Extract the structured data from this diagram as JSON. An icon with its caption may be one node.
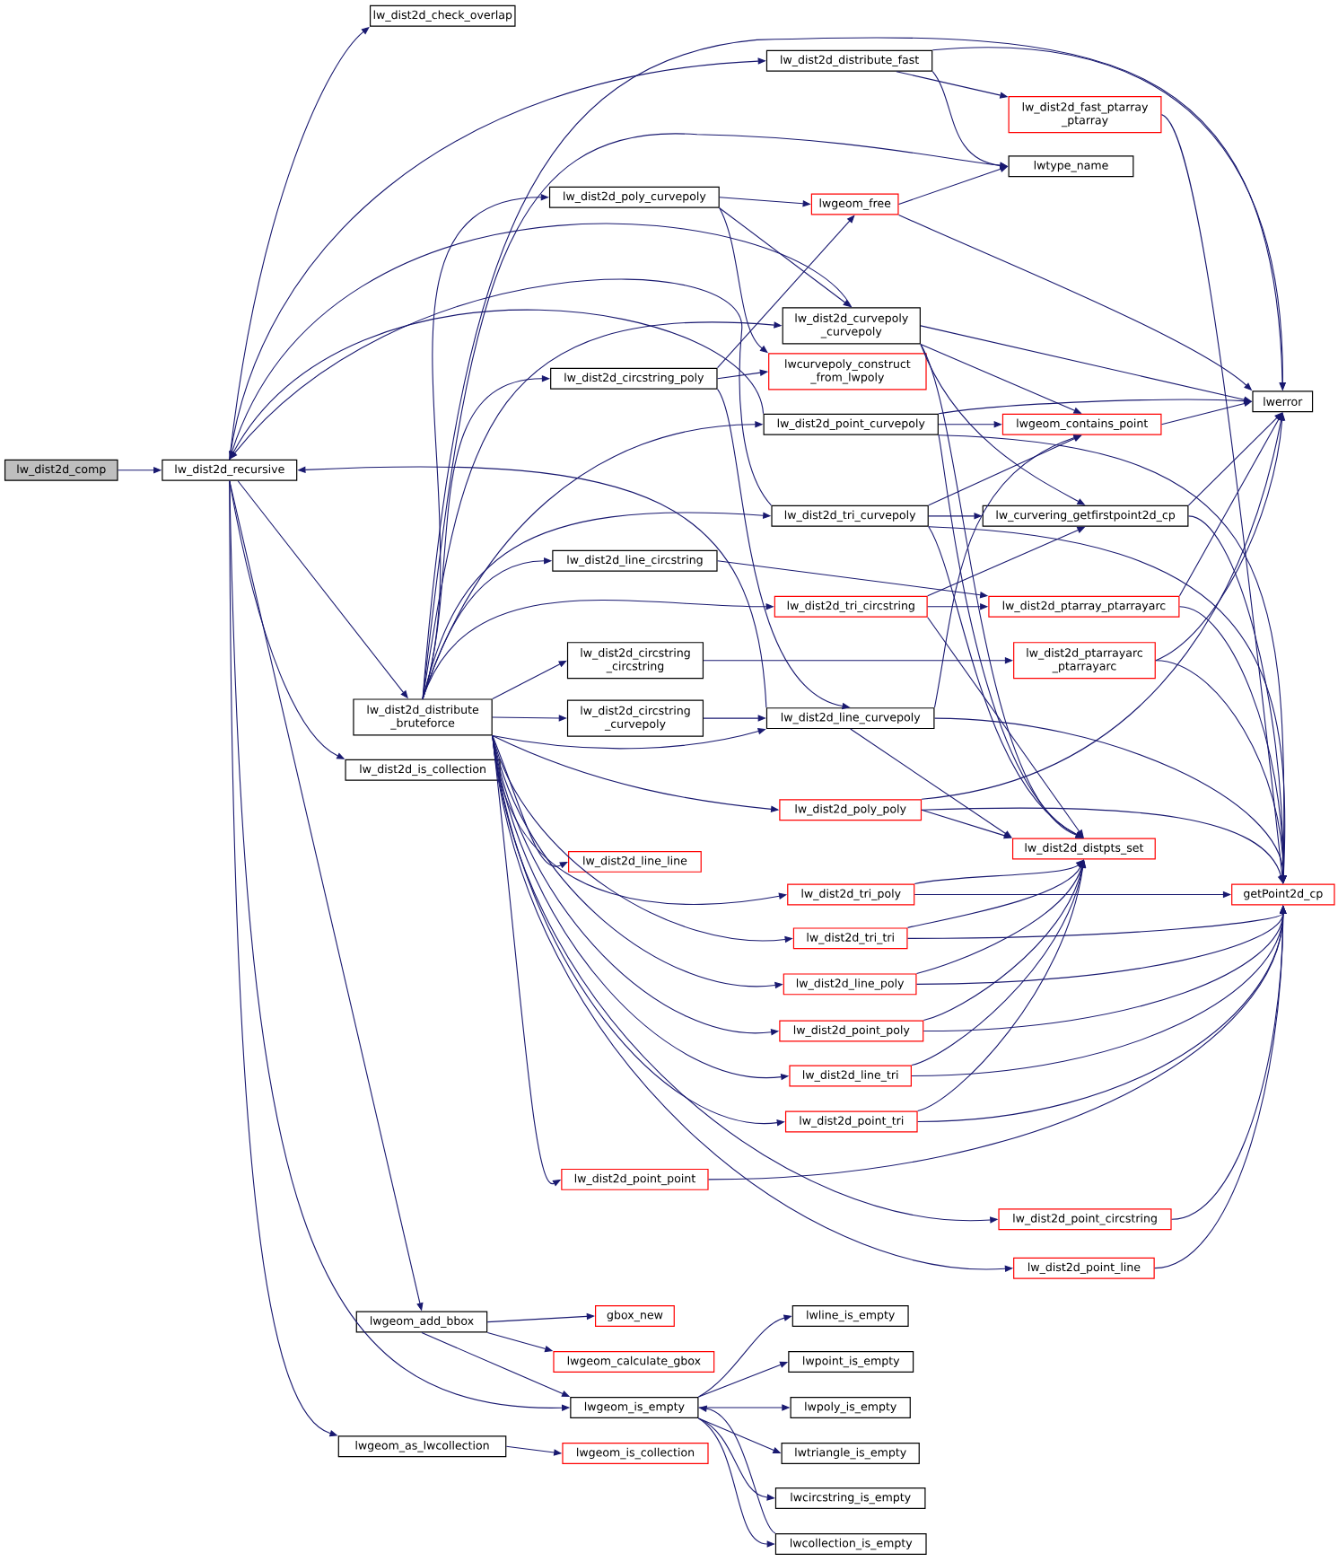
{
  "diagram": {
    "nodes": [
      {
        "text": [
          "lw_dist2d_comp"
        ]
      },
      {
        "text": [
          "lw_dist2d_recursive"
        ]
      },
      {
        "text": [
          "lw_dist2d_check_overlap"
        ]
      },
      {
        "text": [
          "lw_dist2d_distribute_fast"
        ]
      },
      {
        "text": [
          "lw_dist2d_fast_ptarray _ptarray"
        ]
      },
      {
        "text": [
          "lwtype_name"
        ]
      },
      {
        "text": [
          "lw_dist2d_poly_curvepoly"
        ]
      },
      {
        "text": [
          "lwgeom_free"
        ]
      },
      {
        "text": [
          "lw_dist2d_curvepoly _curvepoly"
        ]
      },
      {
        "text": [
          "lwcurvepoly_construct _from_lwpoly"
        ]
      },
      {
        "text": [
          "lw_dist2d_circstring_poly"
        ]
      },
      {
        "text": [
          "lwerror"
        ]
      },
      {
        "text": [
          "lw_dist2d_point_curvepoly"
        ]
      },
      {
        "text": [
          "lwgeom_contains_point"
        ]
      },
      {
        "text": [
          "lw_dist2d_tri_curvepoly"
        ]
      },
      {
        "text": [
          "lw_curvering_getfirstpoint2d_cp"
        ]
      },
      {
        "text": [
          "lw_dist2d_line_circstring"
        ]
      },
      {
        "text": [
          "lw_dist2d_tri_circstring"
        ]
      },
      {
        "text": [
          "lw_dist2d_ptarray_ptarrayarc"
        ]
      },
      {
        "text": [
          "lw_dist2d_circstring _circstring"
        ]
      },
      {
        "text": [
          "lw_dist2d_ptarrayarc _ptarrayarc"
        ]
      },
      {
        "text": [
          "lw_dist2d_distribute _bruteforce"
        ]
      },
      {
        "text": [
          "lw_dist2d_circstring _curvepoly"
        ]
      },
      {
        "text": [
          "lw_dist2d_line_curvepoly"
        ]
      },
      {
        "text": [
          "lw_dist2d_is_collection"
        ]
      },
      {
        "text": [
          "lw_dist2d_poly_poly"
        ]
      },
      {
        "text": [
          "lw_dist2d_distpts_set"
        ]
      },
      {
        "text": [
          "lw_dist2d_line_line"
        ]
      },
      {
        "text": [
          "getPoint2d_cp"
        ]
      },
      {
        "text": [
          "lw_dist2d_tri_poly"
        ]
      },
      {
        "text": [
          "lw_dist2d_tri_tri"
        ]
      },
      {
        "text": [
          "lw_dist2d_line_poly"
        ]
      },
      {
        "text": [
          "lw_dist2d_point_poly"
        ]
      },
      {
        "text": [
          "lw_dist2d_line_tri"
        ]
      },
      {
        "text": [
          "lw_dist2d_point_tri"
        ]
      },
      {
        "text": [
          "lw_dist2d_point_point"
        ]
      },
      {
        "text": [
          "lw_dist2d_point_circstring"
        ]
      },
      {
        "text": [
          "lw_dist2d_point_line"
        ]
      },
      {
        "text": [
          "lwgeom_add_bbox"
        ]
      },
      {
        "text": [
          "gbox_new"
        ]
      },
      {
        "text": [
          "lwline_is_empty"
        ]
      },
      {
        "text": [
          "lwgeom_calculate_gbox"
        ]
      },
      {
        "text": [
          "lwpoint_is_empty"
        ]
      },
      {
        "text": [
          "lwgeom_is_empty"
        ]
      },
      {
        "text": [
          "lwpoly_is_empty"
        ]
      },
      {
        "text": [
          "lwtriangle_is_empty"
        ]
      },
      {
        "text": [
          "lwgeom_as_lwcollection"
        ]
      },
      {
        "text": [
          "lwgeom_is_collection"
        ]
      },
      {
        "text": [
          "lwcircstring_is_empty"
        ]
      },
      {
        "text": [
          "lwcollection_is_empty"
        ]
      }
    ],
    "edges": [
      {
        "from": 0,
        "to": 1,
        "arrow": "to"
      },
      {
        "from": 1,
        "to": 2,
        "arrow": "to"
      },
      {
        "from": 1,
        "to": 3,
        "arrow": "to"
      },
      {
        "from": 1,
        "to": 21,
        "arrow": "to"
      },
      {
        "from": 1,
        "to": 24,
        "arrow": "to"
      },
      {
        "from": 1,
        "to": 38,
        "arrow": "to"
      },
      {
        "from": 1,
        "to": 43,
        "arrow": "to"
      },
      {
        "from": 1,
        "to": 46,
        "arrow": "to"
      },
      {
        "from": 8,
        "to": 1,
        "arrow": "to"
      },
      {
        "from": 12,
        "to": 1,
        "arrow": "to"
      },
      {
        "from": 14,
        "to": 1,
        "arrow": "to"
      },
      {
        "from": 23,
        "to": 1,
        "arrow": "to"
      },
      {
        "from": 3,
        "to": 4,
        "arrow": "to"
      },
      {
        "from": 3,
        "to": 5,
        "arrow": "to"
      },
      {
        "from": 3,
        "to": 11,
        "arrow": "to"
      },
      {
        "from": 4,
        "to": 28,
        "arrow": "to"
      },
      {
        "from": 21,
        "to": 11,
        "arrow": "to"
      },
      {
        "from": 21,
        "to": 5,
        "arrow": "to"
      },
      {
        "from": 21,
        "to": 6,
        "arrow": "to"
      },
      {
        "from": 21,
        "to": 8,
        "arrow": "to"
      },
      {
        "from": 21,
        "to": 10,
        "arrow": "to"
      },
      {
        "from": 21,
        "to": 12,
        "arrow": "to"
      },
      {
        "from": 21,
        "to": 14,
        "arrow": "to"
      },
      {
        "from": 21,
        "to": 16,
        "arrow": "to"
      },
      {
        "from": 21,
        "to": 17,
        "arrow": "to"
      },
      {
        "from": 21,
        "to": 19,
        "arrow": "to"
      },
      {
        "from": 21,
        "to": 22,
        "arrow": "to"
      },
      {
        "from": 21,
        "to": 23,
        "arrow": "to"
      },
      {
        "from": 21,
        "to": 25,
        "arrow": "to"
      },
      {
        "from": 21,
        "to": 27,
        "arrow": "to"
      },
      {
        "from": 21,
        "to": 29,
        "arrow": "to"
      },
      {
        "from": 21,
        "to": 30,
        "arrow": "to"
      },
      {
        "from": 21,
        "to": 31,
        "arrow": "to"
      },
      {
        "from": 21,
        "to": 32,
        "arrow": "to"
      },
      {
        "from": 21,
        "to": 33,
        "arrow": "to"
      },
      {
        "from": 21,
        "to": 34,
        "arrow": "to"
      },
      {
        "from": 21,
        "to": 35,
        "arrow": "to"
      },
      {
        "from": 21,
        "to": 36,
        "arrow": "to"
      },
      {
        "from": 21,
        "to": 37,
        "arrow": "to"
      },
      {
        "from": 6,
        "to": 7,
        "arrow": "to"
      },
      {
        "from": 6,
        "to": 8,
        "arrow": "to"
      },
      {
        "from": 6,
        "to": 9,
        "arrow": "to"
      },
      {
        "from": 7,
        "to": 5,
        "arrow": "to"
      },
      {
        "from": 7,
        "to": 11,
        "arrow": "to"
      },
      {
        "from": 8,
        "to": 11,
        "arrow": "to"
      },
      {
        "from": 8,
        "to": 13,
        "arrow": "to"
      },
      {
        "from": 8,
        "to": 15,
        "arrow": "to"
      },
      {
        "from": 8,
        "to": 26,
        "arrow": "to"
      },
      {
        "from": 10,
        "to": 9,
        "arrow": "to"
      },
      {
        "from": 10,
        "to": 7,
        "arrow": "to"
      },
      {
        "from": 10,
        "to": 23,
        "arrow": "to"
      },
      {
        "from": 12,
        "to": 13,
        "arrow": "to"
      },
      {
        "from": 12,
        "to": 11,
        "arrow": "to"
      },
      {
        "from": 12,
        "to": 26,
        "arrow": "to"
      },
      {
        "from": 12,
        "to": 28,
        "arrow": "to"
      },
      {
        "from": 13,
        "to": 11,
        "arrow": "to"
      },
      {
        "from": 14,
        "to": 15,
        "arrow": "to"
      },
      {
        "from": 14,
        "to": 13,
        "arrow": "to"
      },
      {
        "from": 14,
        "to": 26,
        "arrow": "to"
      },
      {
        "from": 14,
        "to": 28,
        "arrow": "to"
      },
      {
        "from": 15,
        "to": 11,
        "arrow": "to"
      },
      {
        "from": 15,
        "to": 28,
        "arrow": "to"
      },
      {
        "from": 16,
        "to": 18,
        "arrow": "to"
      },
      {
        "from": 17,
        "to": 18,
        "arrow": "to"
      },
      {
        "from": 17,
        "to": 15,
        "arrow": "to"
      },
      {
        "from": 17,
        "to": 26,
        "arrow": "to"
      },
      {
        "from": 18,
        "to": 11,
        "arrow": "to"
      },
      {
        "from": 18,
        "to": 28,
        "arrow": "to"
      },
      {
        "from": 19,
        "to": 20,
        "arrow": "to"
      },
      {
        "from": 20,
        "to": 11,
        "arrow": "to"
      },
      {
        "from": 20,
        "to": 28,
        "arrow": "to"
      },
      {
        "from": 22,
        "to": 23,
        "arrow": "to"
      },
      {
        "from": 23,
        "to": 13,
        "arrow": "to"
      },
      {
        "from": 23,
        "to": 26,
        "arrow": "to"
      },
      {
        "from": 23,
        "to": 28,
        "arrow": "to"
      },
      {
        "from": 25,
        "to": 11,
        "arrow": "to"
      },
      {
        "from": 25,
        "to": 26,
        "arrow": "to"
      },
      {
        "from": 25,
        "to": 28,
        "arrow": "to"
      },
      {
        "from": 29,
        "to": 26,
        "arrow": "to"
      },
      {
        "from": 29,
        "to": 28,
        "arrow": "to"
      },
      {
        "from": 30,
        "to": 26,
        "arrow": "to"
      },
      {
        "from": 30,
        "to": 28,
        "arrow": "to"
      },
      {
        "from": 31,
        "to": 26,
        "arrow": "to"
      },
      {
        "from": 31,
        "to": 28,
        "arrow": "to"
      },
      {
        "from": 32,
        "to": 26,
        "arrow": "to"
      },
      {
        "from": 32,
        "to": 28,
        "arrow": "to"
      },
      {
        "from": 33,
        "to": 26,
        "arrow": "to"
      },
      {
        "from": 33,
        "to": 28,
        "arrow": "to"
      },
      {
        "from": 34,
        "to": 26,
        "arrow": "to"
      },
      {
        "from": 34,
        "to": 28,
        "arrow": "to"
      },
      {
        "from": 35,
        "to": 28,
        "arrow": "to"
      },
      {
        "from": 36,
        "to": 28,
        "arrow": "to"
      },
      {
        "from": 37,
        "to": 28,
        "arrow": "to"
      },
      {
        "from": 38,
        "to": 39,
        "arrow": "to"
      },
      {
        "from": 38,
        "to": 41,
        "arrow": "to"
      },
      {
        "from": 38,
        "to": 43,
        "arrow": "to"
      },
      {
        "from": 46,
        "to": 47,
        "arrow": "to"
      },
      {
        "from": 43,
        "to": 40,
        "arrow": "to"
      },
      {
        "from": 43,
        "to": 42,
        "arrow": "to"
      },
      {
        "from": 43,
        "to": 44,
        "arrow": "to"
      },
      {
        "from": 43,
        "to": 45,
        "arrow": "to"
      },
      {
        "from": 43,
        "to": 48,
        "arrow": "to"
      },
      {
        "from": 43,
        "to": 49,
        "arrow": "to"
      },
      {
        "from": 49,
        "to": 43,
        "arrow": "to"
      }
    ]
  }
}
